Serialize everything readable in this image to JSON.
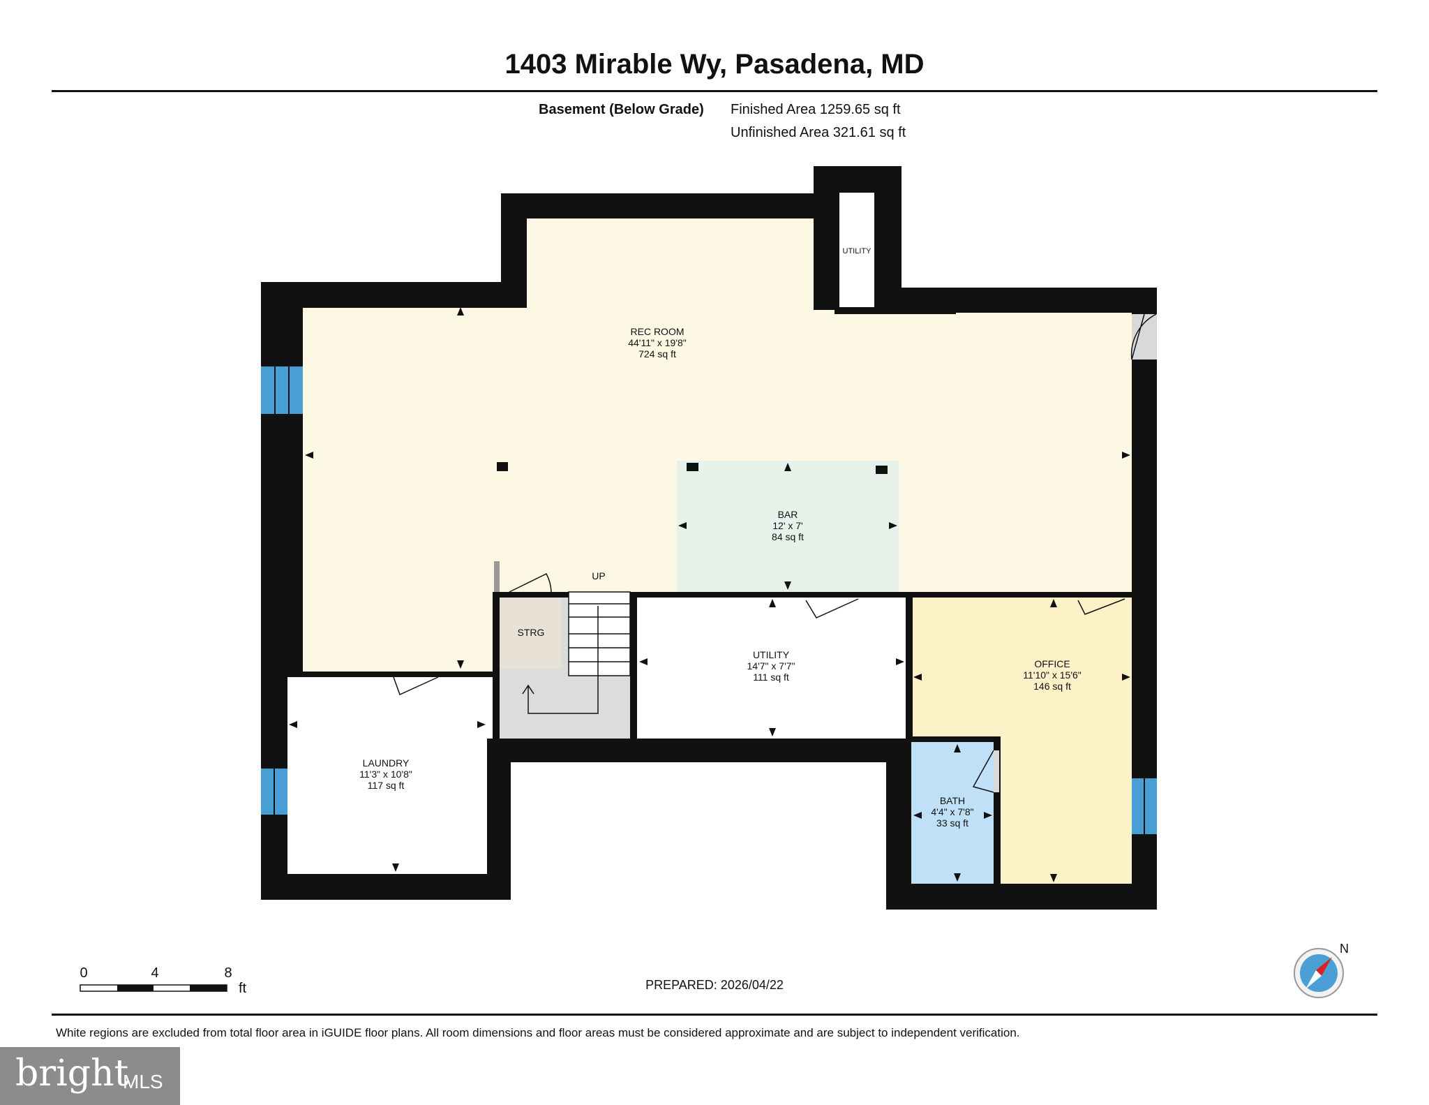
{
  "header": {
    "title": "1403 Mirable Wy, Pasadena, MD",
    "level_label": "Basement (Below Grade)",
    "finished_area": "Finished Area 1259.65 sq ft",
    "unfinished_area": "Unfinished Area 321.61 sq ft"
  },
  "rooms": {
    "rec_room": {
      "name": "REC ROOM",
      "dims": "44'11\" x 19'8\"",
      "area": "724 sq ft"
    },
    "bar": {
      "name": "BAR",
      "dims": "12' x 7'",
      "area": "84 sq ft"
    },
    "utility_main": {
      "name": "UTILITY",
      "dims": "14'7\" x 7'7\"",
      "area": "111 sq ft"
    },
    "office": {
      "name": "OFFICE",
      "dims": "11'10\" x 15'6\"",
      "area": "146 sq ft"
    },
    "laundry": {
      "name": "LAUNDRY",
      "dims": "11'3\" x 10'8\"",
      "area": "117 sq ft"
    },
    "bath": {
      "name": "BATH",
      "dims": "4'4\" x 7'8\"",
      "area": "33 sq ft"
    },
    "utility_closet": {
      "name": "UTILITY"
    },
    "storage": {
      "name": "STRG"
    },
    "stairs": {
      "label": "UP"
    }
  },
  "scale_bar": {
    "tick_0": "0",
    "tick_4": "4",
    "tick_8": "8",
    "unit": "ft"
  },
  "compass": {
    "north_label": "N"
  },
  "prepared": "PREPARED: 2026/04/22",
  "footer_note": "White regions are excluded from total floor area in iGUIDE floor plans. All room dimensions and floor areas must be considered approximate and are subject to independent verification.",
  "logo": {
    "word": "bright",
    "suffix": "MLS"
  },
  "colors": {
    "wall": "#111111",
    "rec_room_fill": "#fdf8e3",
    "bar_fill": "#e6f2ea",
    "office_fill": "#fdf1c8",
    "bath_fill": "#bfe0f6",
    "storage_fill": "#e8e1d6",
    "stair_fill": "#dcdcdc",
    "window": "#4a9fd5"
  }
}
